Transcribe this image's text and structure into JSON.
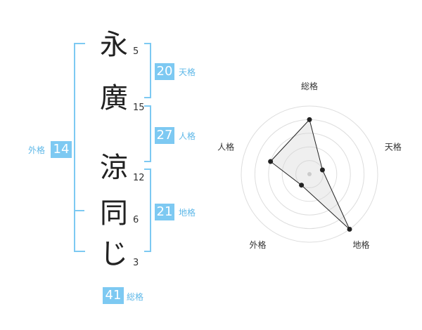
{
  "name": {
    "chars": [
      {
        "char": "永",
        "strokes": "5"
      },
      {
        "char": "廣",
        "strokes": "15"
      },
      {
        "char": "涼",
        "strokes": "12"
      },
      {
        "char": "同",
        "strokes": "6"
      },
      {
        "char": "じ",
        "strokes": "3"
      }
    ]
  },
  "fortune": {
    "ten": {
      "value": "20",
      "label": "天格"
    },
    "jin": {
      "value": "27",
      "label": "人格"
    },
    "chi": {
      "value": "21",
      "label": "地格"
    },
    "gai": {
      "value": "14",
      "label": "外格"
    },
    "sou": {
      "value": "41",
      "label": "総格"
    }
  },
  "colors": {
    "accent": "#7dc9f2",
    "bracket": "#7dc9f2",
    "label": "#5fb8e8",
    "text": "#222222"
  },
  "chart_data": {
    "type": "radar",
    "axes": [
      "総格",
      "天格",
      "地格",
      "外格",
      "人格"
    ],
    "values": [
      4,
      1,
      5,
      1,
      3
    ],
    "rmax": 5,
    "rings": 5
  }
}
